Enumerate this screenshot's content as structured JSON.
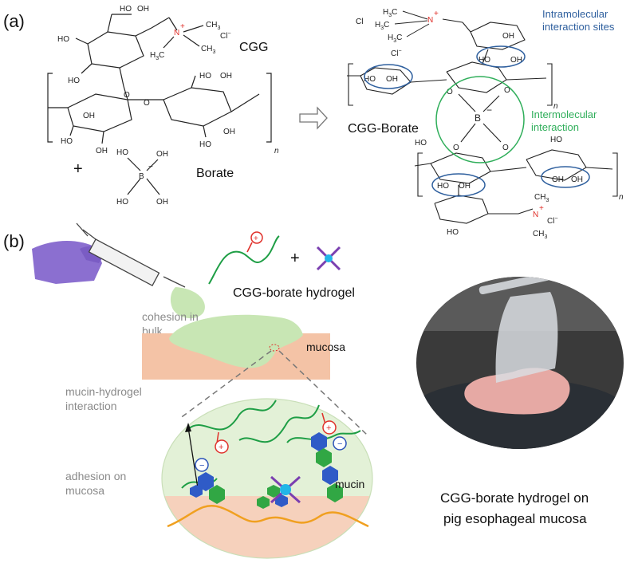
{
  "panel_a": {
    "label": "(a)",
    "cgg": "CGG",
    "borate": "Borate",
    "cgg_borate": "CGG-Borate",
    "intramolecular": [
      "Intramolecular",
      "interaction sites"
    ],
    "intermolecular": [
      "Intermolecular",
      "interaction"
    ],
    "plus": "+",
    "n": "n",
    "chloride": "Cl",
    "minus": "−",
    "plus_charge": "+",
    "groups": {
      "oh": "OH",
      "ho": "HO",
      "n": "N",
      "ch3": "CH",
      "h3c": "H",
      "b": "B",
      "o": "O",
      "sub3": "3"
    }
  },
  "panel_b": {
    "label": "(b)",
    "hydrogel": "CGG-borate hydrogel",
    "cohesion": [
      "cohesion in",
      "bulk"
    ],
    "mucosa": "mucosa",
    "mucin_interaction": [
      "mucin-hydrogel",
      "interaction"
    ],
    "adhesion": [
      "adhesion on",
      "mucosa"
    ],
    "mucin": "mucin",
    "photo_caption": [
      "CGG-borate hydrogel on",
      "pig esophageal mucosa"
    ],
    "plus": "+",
    "minus": "−"
  },
  "colors": {
    "intramolecular": "#2e5f9e",
    "intermolecular": "#2fae5a",
    "positive": "#e0302a",
    "negative": "#2a52b8",
    "chain": "#1e9e45",
    "mucosa": "#f4c3a6",
    "gel": "#c8e6b4",
    "glove": "#8b6fd0",
    "borate_core": "#21b6e8",
    "borate_arms": "#7a3fb0",
    "mucin_blue": "#2f5bc7",
    "mucin_green": "#31a744",
    "mucin_backbone": "#f0a020"
  }
}
